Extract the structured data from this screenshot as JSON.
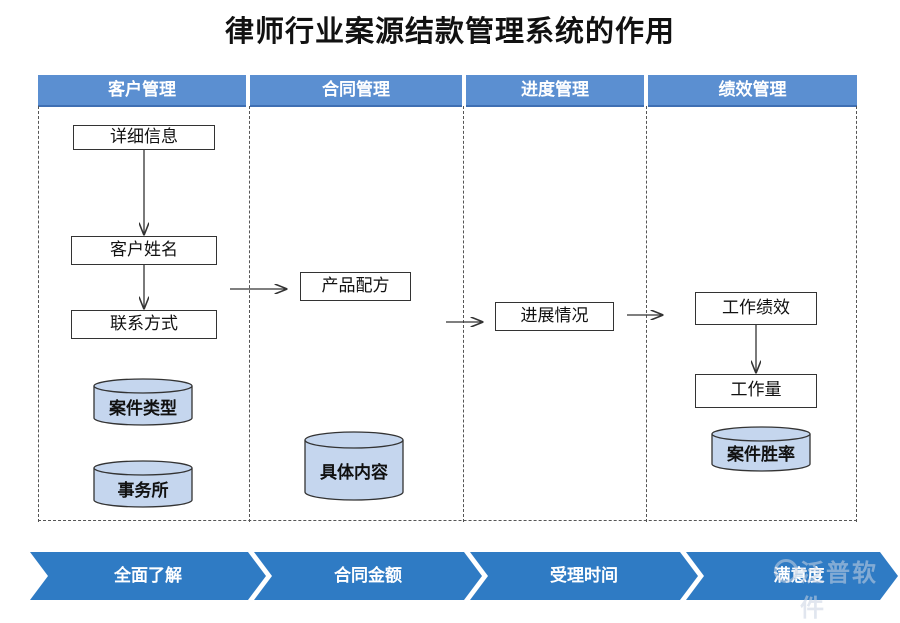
{
  "title": "律师行业案源结款管理系统的作用",
  "columns": [
    {
      "header": "客户管理"
    },
    {
      "header": "合同管理"
    },
    {
      "header": "进度管理"
    },
    {
      "header": "绩效管理"
    }
  ],
  "nodes": {
    "detail_info": "详细信息",
    "client_name": "客户姓名",
    "contact": "联系方式",
    "case_type": "案件类型",
    "law_firm": "事务所",
    "product_formula": "产品配方",
    "specific_content": "具体内容",
    "progress_status": "进展情况",
    "work_performance": "工作绩效",
    "workload": "工作量",
    "win_rate": "案件胜率"
  },
  "bottom_steps": [
    "全面了解",
    "合同金额",
    "受理时间",
    "满意度"
  ],
  "watermark": "泛普软件",
  "colors": {
    "header_bg": "#5b8fd1",
    "cylinder_fill": "#c5d6ee",
    "band": "#2f7bc4"
  }
}
